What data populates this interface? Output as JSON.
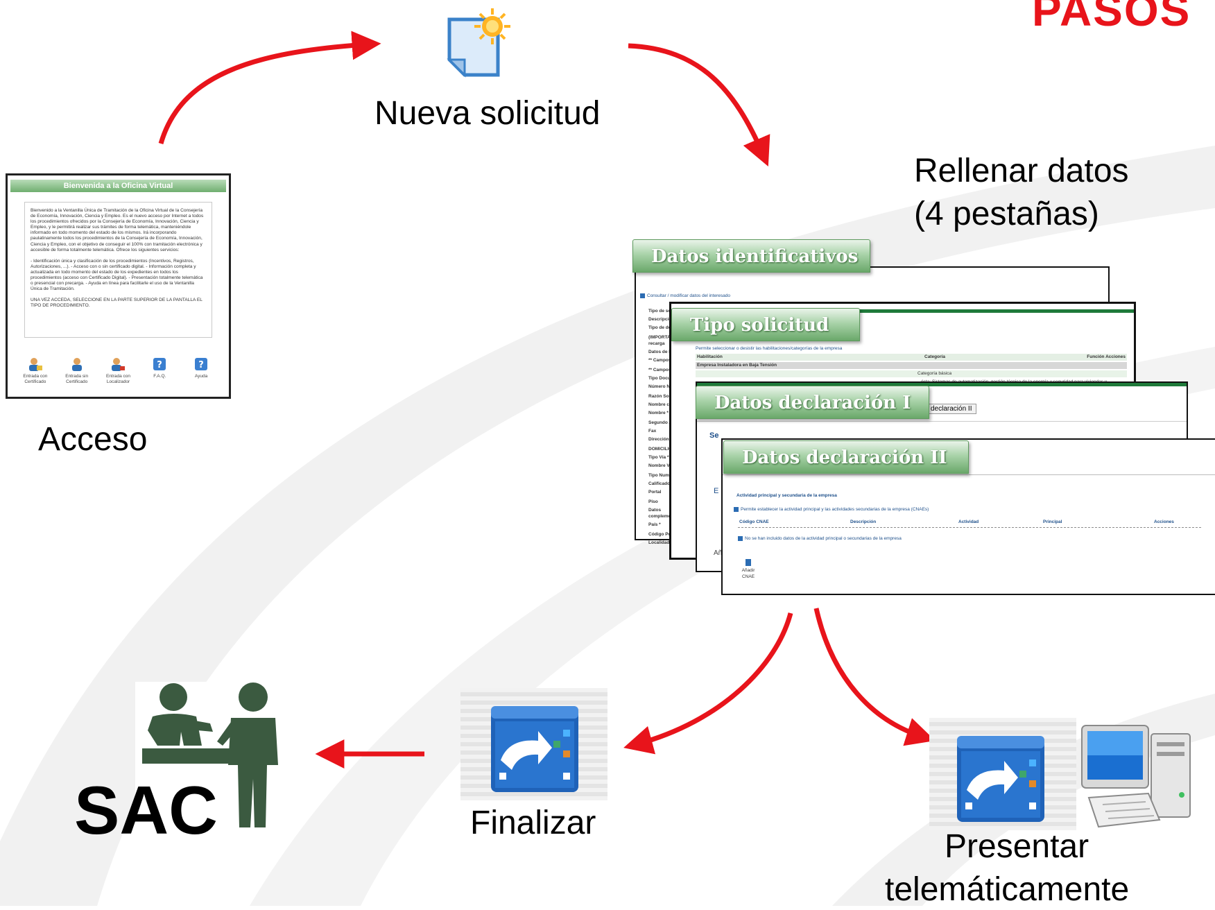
{
  "title": "PASOS",
  "colors": {
    "arrow": "#e8141b",
    "sac_figure": "#3b5a40",
    "tab_green": "#6aa86a"
  },
  "steps": {
    "nueva": {
      "label": "Nueva solicitud",
      "icon": "new-document-icon"
    },
    "rellenar": {
      "label_line1": "Rellenar datos",
      "label_line2": "(4 pestañas)"
    },
    "acceso": {
      "label": "Acceso"
    },
    "finalizar": {
      "label": "Finalizar",
      "icon": "submit-application-icon"
    },
    "presentar": {
      "label_line1": "Presentar",
      "label_line2": "telemáticamente",
      "icon": "computer-icon"
    },
    "sac": {
      "label": "SAC",
      "icon": "service-desk-icon"
    }
  },
  "access_window": {
    "header": "Bienvenida a la Oficina Virtual",
    "body_p1": "Bienvenido a la Ventanilla Única de Tramitación de la Oficina Virtual de la Consejería de Economía, Innovación, Ciencia y Empleo. Es el nuevo acceso por Internet a todos los procedimientos ofrecidos por la Consejería de Economía, Innovación, Ciencia y Empleo, y le permitirá realizar sus trámites de forma telemática, manteniéndole informado en todo momento del estado de los mismos. Irá incorporando paulatinamente todos los procedimientos de la Consejería de Economía, Innovación, Ciencia y Empleo, con el objetivo de conseguir el 100% con tramitación electrónica y accesible de forma totalmente telemática. Ofrece los siguientes servicios:",
    "body_p2": "- Identificación única y clasificación de los procedimientos (Incentivos, Registros, Autorizaciones, ...). - Acceso con o sin certificado digital. - Información completa y actualizada en todo momento del estado de los expedientes en todos los procedimientos (acceso con Certificado Digital). - Presentación totalmente telemática o presencial con precarga. - Ayuda en línea para facilitarle el uso de la Ventanilla Única de Tramitación.",
    "body_p3": "UNA VEZ ACCEDA, SELECCIONE EN LA PARTE SUPERIOR DE LA PANTALLA EL TIPO DE PROCEDIMIENTO.",
    "icons": [
      {
        "label": "Entrada con Certificado",
        "icon": "user-certificate-icon"
      },
      {
        "label": "Entrada sin Certificado",
        "icon": "user-icon"
      },
      {
        "label": "Entrada con Localizador",
        "icon": "user-locator-icon"
      },
      {
        "label": "F.A.Q.",
        "icon": "faq-icon"
      },
      {
        "label": "Ayuda",
        "icon": "help-icon"
      }
    ]
  },
  "tabs": {
    "t1": "Datos identificativos",
    "t2": "Tipo solicitud",
    "t3": "Datos declaración I",
    "t4": "Datos declaración II"
  },
  "sheet1": {
    "link": "Consultar / modificar datos del interesado",
    "fields": [
      "Tipo de solicit",
      "Descripción",
      "Tipo de declar",
      "(IMPORTANTE recarga",
      "Datos de la",
      "** Campos",
      "** Campos",
      "Tipo Docume",
      "Número NIE",
      "Razón Social",
      "Nombre com",
      "Nombre *",
      "Segundo Ape",
      "Fax",
      "Dirección We",
      "DOMICILIO",
      "Tipo Vía *",
      "Nombre Vía",
      "Tipo Numera",
      "Calificador N",
      "Portal",
      "Piso",
      "Datos complementa",
      "País *",
      "Código Posta",
      "Localidad"
    ]
  },
  "sheet2": {
    "line": "Permite seleccionar o desistir las habilitaciones/categorías de la empresa",
    "col_habilitacion": "Habilitación",
    "col_categoria": "Categoría",
    "col_funcion": "Función Acciones",
    "row1": "Empresa Instaladora en Baja Tensión",
    "row2": "Categoría básica",
    "row3": "ésta: Sistemas de automatización, gestión técnica de la energía y seguridad para viviendas y"
  },
  "sheet3": {
    "tab_label": "declaración II",
    "section": "Se",
    "frag_e": "E",
    "frag_an": "Añ"
  },
  "sheet4": {
    "section": "Actividad principal y secundaria de la empresa",
    "info": "Permite establecer la actividad principal y las actividades secundarias de la empresa (CNAEs)",
    "columns": [
      "Código CNAE",
      "Descripción",
      "Actividad",
      "Principal",
      "Acciones"
    ],
    "empty": "No se han incluido datos de la actividad principal o secundarias de la empresa",
    "add": "Añadir CNAE"
  }
}
